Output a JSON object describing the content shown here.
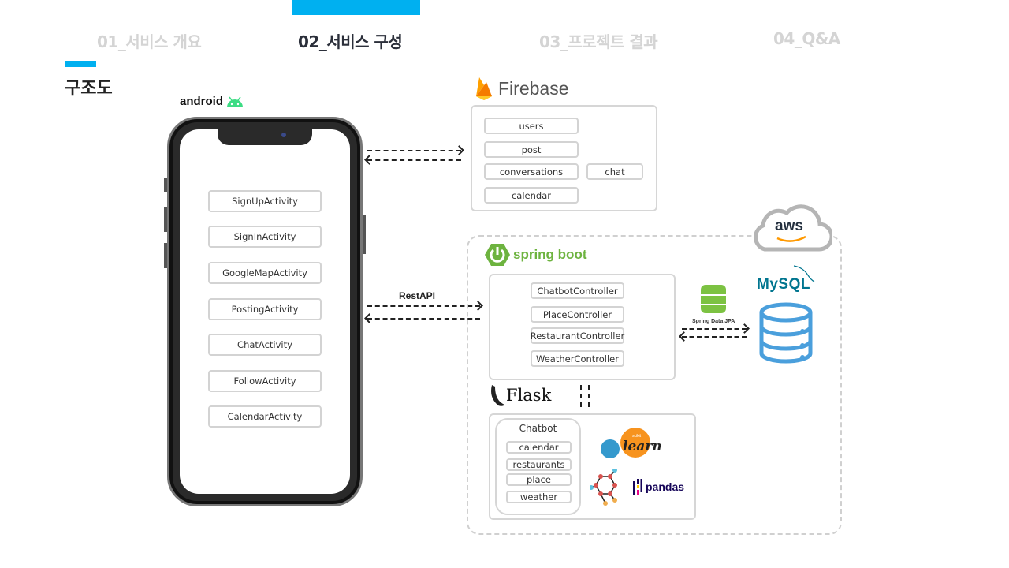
{
  "nav": {
    "items": [
      "01_서비스 개요",
      "02_서비스 구성",
      "03_프로젝트 결과",
      "04_Q&A"
    ],
    "active_index": 1,
    "accent_color": "#00b0f0"
  },
  "section_title": "구조도",
  "android": {
    "logo_text": "android",
    "activities": [
      "SignUpActivity",
      "SignInActivity",
      "GoogleMapActivity",
      "PostingActivity",
      "ChatActivity",
      "FollowActivity",
      "CalendarActivity"
    ]
  },
  "firebase": {
    "logo_text": "Firebase",
    "collections": [
      "users",
      "post",
      "conversations",
      "chat",
      "calendar"
    ]
  },
  "rest_label": "RestAPI",
  "aws": {
    "logo_text": "aws"
  },
  "spring": {
    "logo_text": "spring boot",
    "controllers": [
      "ChatbotController",
      "PlaceController",
      "RestaurantController",
      "WeatherController"
    ]
  },
  "jpa_label": "Spring Data JPA",
  "mysql": {
    "logo_text": "MySQL"
  },
  "flask": {
    "logo_text": "Flask",
    "chatbot_title": "Chatbot",
    "modules": [
      "calendar",
      "restaurants",
      "place",
      "weather"
    ]
  },
  "libs": {
    "sklearn_small": "scikit",
    "sklearn": "learn",
    "pandas": "pandas"
  }
}
